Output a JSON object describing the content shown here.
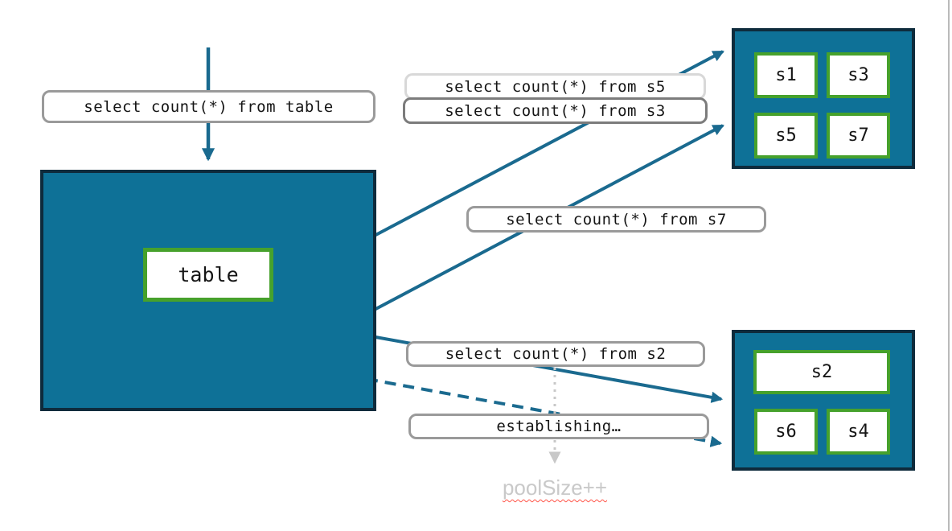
{
  "diagram": {
    "colors": {
      "box_fill_teal": "#0e7197",
      "box_border_navy": "#0e2b3c",
      "chip_border_green": "#46a12c",
      "arrow_teal": "#1a6a8f",
      "label_border_gray": "#8f8f8f",
      "label_border_light_gray": "#d8d8d8",
      "label_border_dark_gray": "#7c7c7c",
      "muted_gray": "#c9c9c9",
      "squiggle_red": "#ff5549"
    },
    "queries": {
      "table": "select count(*) from table",
      "s5": "select count(*) from s5",
      "s3": "select count(*) from s3",
      "s7": "select count(*) from s7",
      "s2": "select count(*) from s2",
      "establishing": "establishing…"
    },
    "table_box": {
      "label": "table"
    },
    "pool_top": {
      "shards": [
        "s1",
        "s3",
        "s5",
        "s7"
      ]
    },
    "pool_bottom": {
      "shards": [
        "s2",
        "s6",
        "s4"
      ]
    },
    "pool_size_label": "poolSize++"
  }
}
